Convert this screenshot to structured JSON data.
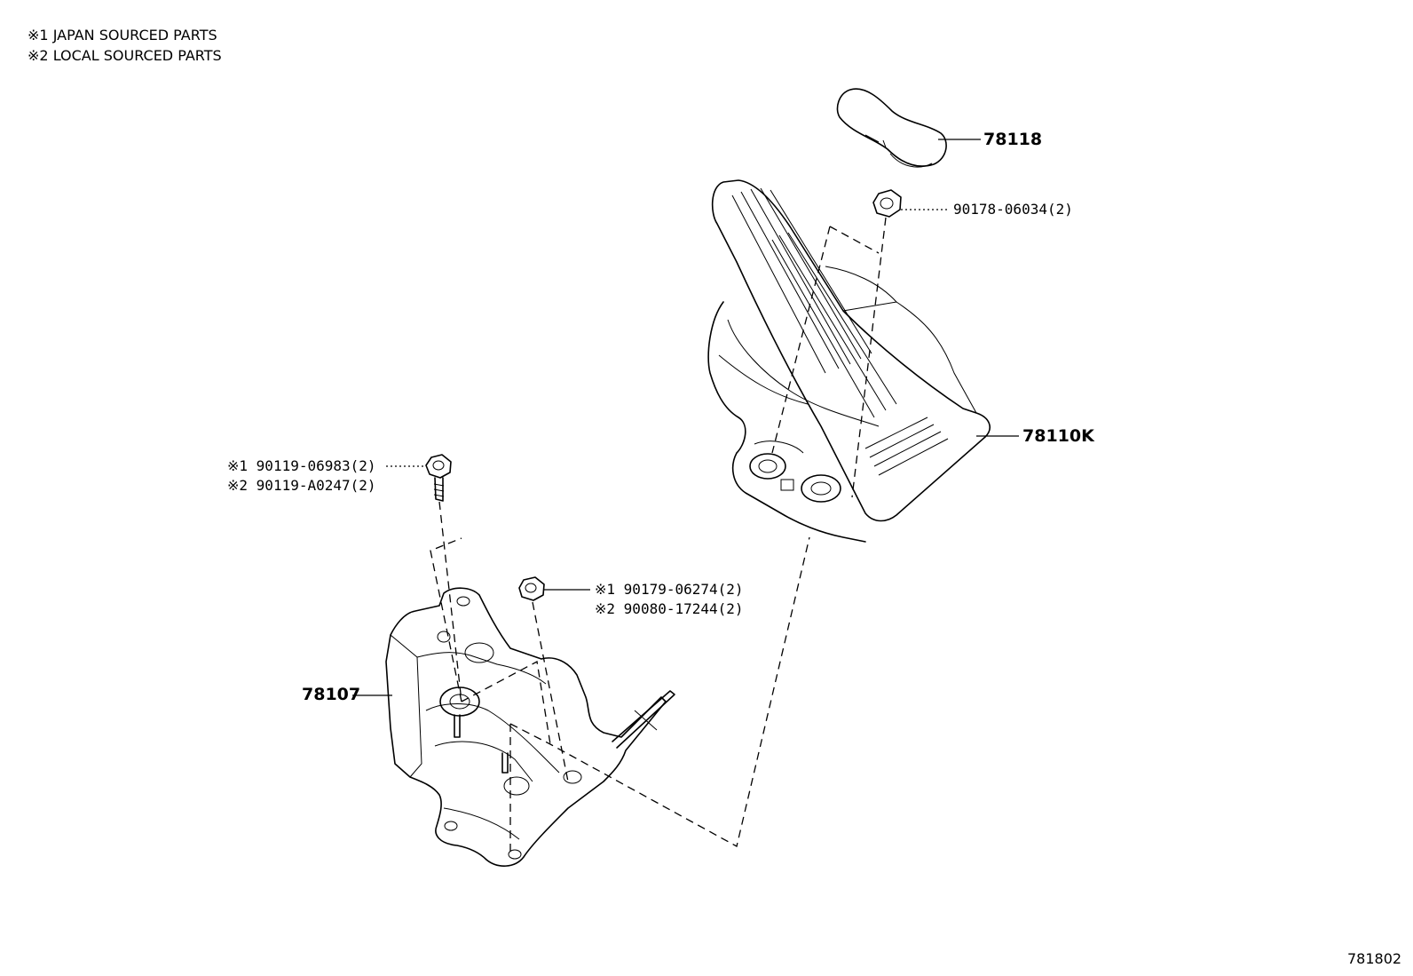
{
  "notes": [
    {
      "mark": "※1",
      "text": "JAPAN SOURCED PARTS"
    },
    {
      "mark": "※2",
      "text": "LOCAL SOURCED PARTS"
    }
  ],
  "parts": {
    "pad": {
      "number": "78118"
    },
    "nut_top": {
      "number": "90178-06034(2)"
    },
    "pedal": {
      "number": "78110K"
    },
    "bolt": {
      "lines": [
        "※1 90119-06983(2)",
        "※2 90119-A0247(2)"
      ]
    },
    "nut_bracket": {
      "lines": [
        "※1 90179-06274(2)",
        "※2 90080-17244(2)"
      ]
    },
    "bracket": {
      "number": "78107"
    }
  },
  "illustration_id": "781802"
}
